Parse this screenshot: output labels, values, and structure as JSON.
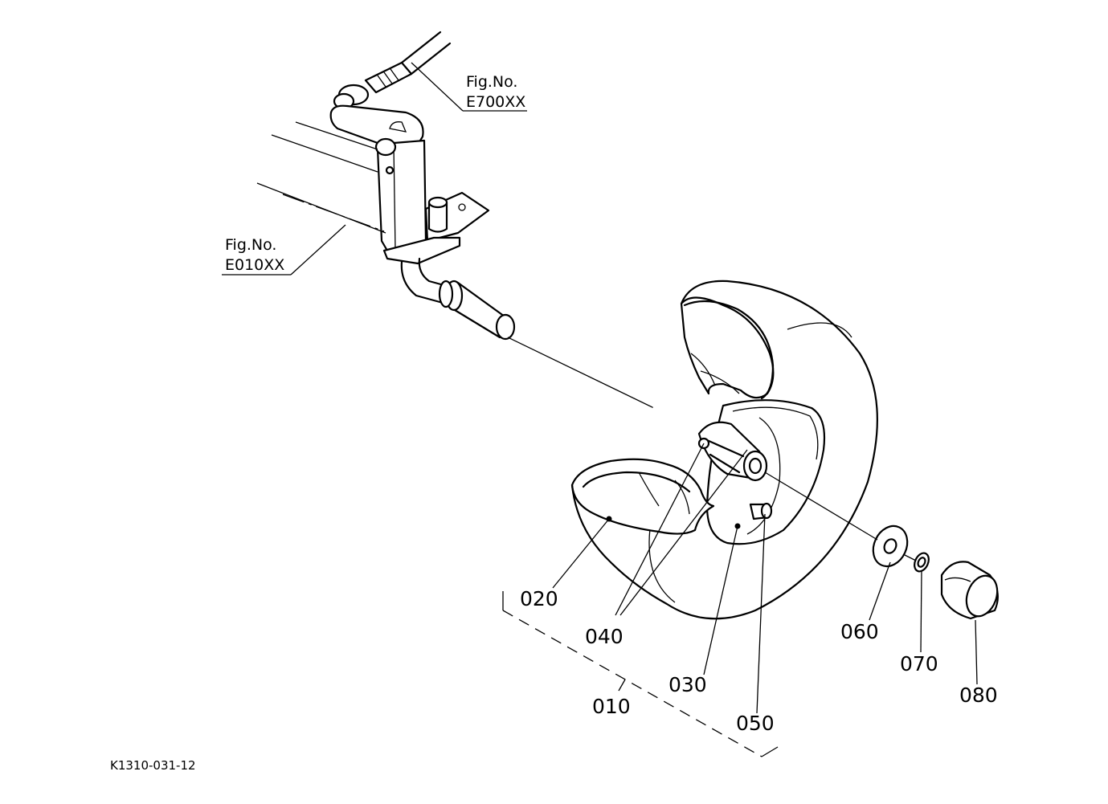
{
  "fig_refs": [
    {
      "line1": "Fig.No.",
      "line2": "E700XX"
    },
    {
      "line1": "Fig.No.",
      "line2": "E010XX"
    }
  ],
  "parts": {
    "p010": "010",
    "p020": "020",
    "p030": "030",
    "p040": "040",
    "p050": "050",
    "p060": "060",
    "p070": "070",
    "p080": "080"
  },
  "drawing_id": "K1310-031-12"
}
